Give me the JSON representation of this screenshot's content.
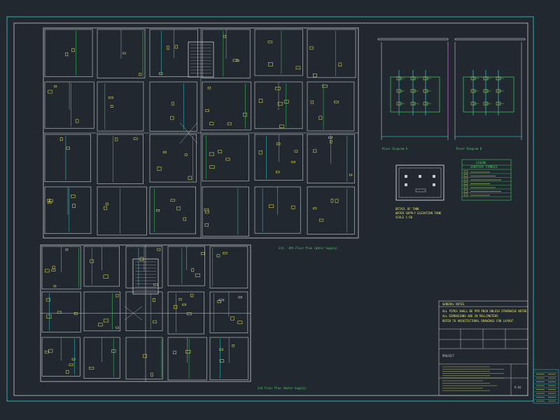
{
  "drawing": {
    "plan_caption_upper": "3rd - 8th Floor Plan (Water Supply)",
    "plan_caption_lower": "2nd Floor Plan (Water Supply)",
    "riser_caption_left": "Riser Diagram A",
    "riser_caption_right": "Riser Diagram B",
    "detail_caption": "DETAIL OF TANK",
    "detail_sub_1": "WATER SUPPLY ELEVATION TANK",
    "detail_sub_2": "SCALE 1:50",
    "legend_title": "LEGEND",
    "legend_subtitle": "SANITARY SYMBOLS",
    "general_notes_title": "GENERAL NOTES",
    "note_lines": [
      "ALL PIPES SHALL BE PPR PN20 UNLESS OTHERWISE NOTED",
      "ALL DIMENSIONS ARE IN MILLIMETERS",
      "REFER TO ARCHITECTURAL DRAWINGS FOR LAYOUT"
    ],
    "title_block_label": "PROJECT",
    "sheet_label": "P-01"
  },
  "colors": {
    "background": "#212830",
    "border_outer": "#26b3b3",
    "border_inner": "#c8c8c8",
    "walls": "#c8cdd2",
    "fixtures": "#e8e860",
    "pipes_cyan": "#30d0d0",
    "pipes_green": "#40d060",
    "magenta": "#d040d0",
    "red": "#e04040"
  }
}
